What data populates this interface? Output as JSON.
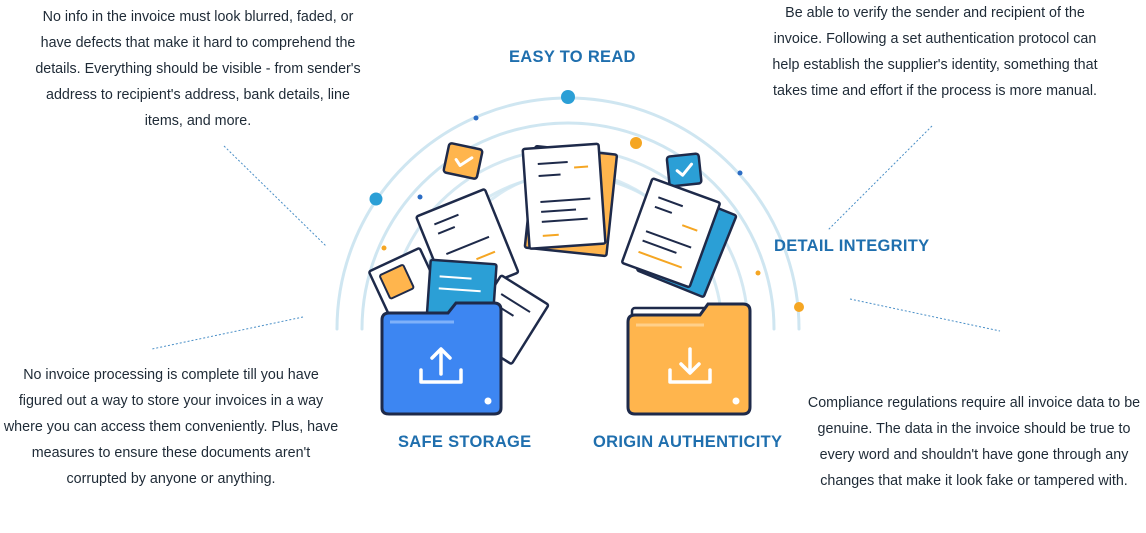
{
  "headings": {
    "easy_to_read": "EASY TO READ",
    "detail_integrity": "DETAIL INTEGRITY",
    "safe_storage": "SAFE STORAGE",
    "origin_authenticity": "ORIGIN AUTHENTICITY"
  },
  "descriptions": {
    "easy_to_read": "No info in the invoice must look blurred, faded, or have defects that make it hard to comprehend the details. Everything should be visible - from sender's address to recipient's address, bank details, line items, and more.",
    "detail_integrity": "Be able to verify the sender and recipient of the invoice. Following a set authentication protocol can help establish the supplier's identity, something that takes time and effort if the process is more manual.",
    "safe_storage": "No invoice processing is complete till you have figured out a way to store your invoices in a way where you can access them conveniently. Plus, have measures to ensure these documents aren't corrupted by anyone or anything.",
    "origin_authenticity": "Compliance regulations require all invoice data to be genuine. The data in the invoice should be true to every word and shouldn't have gone through any changes that make it look fake or tampered with."
  },
  "colors": {
    "heading": "#1f6fae",
    "blue_folder": "#3d86f2",
    "orange_folder": "#ffb54d",
    "outline": "#1e2a4a",
    "arc": "#cfe6f1",
    "accent_blue": "#2b9fd6",
    "accent_orange": "#f5a623"
  },
  "icons": {
    "upload": "upload-icon",
    "download": "download-icon",
    "check": "check-icon"
  }
}
